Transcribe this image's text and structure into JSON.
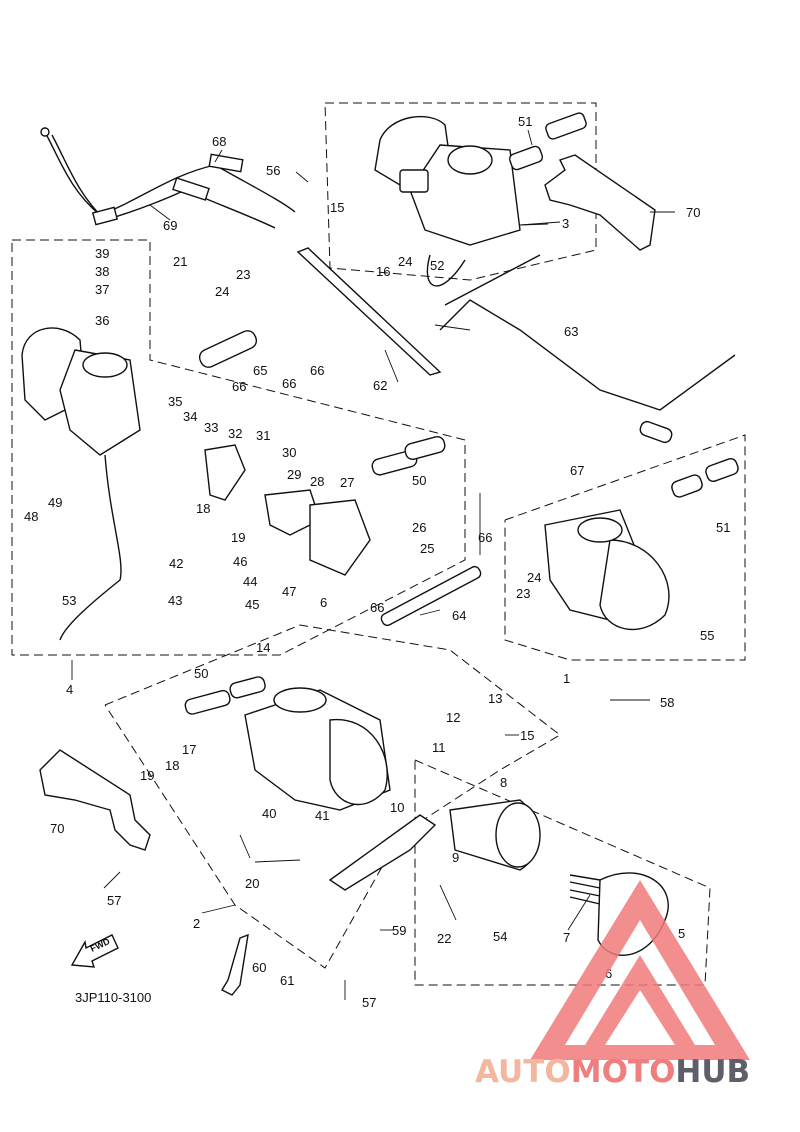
{
  "diagram": {
    "code": "3JP110-3100",
    "fwd_label": "FWD",
    "labels": [
      {
        "id": "68",
        "text": "68"
      },
      {
        "id": "69",
        "text": "69"
      },
      {
        "id": "56",
        "text": "56"
      },
      {
        "id": "51a",
        "text": "51"
      },
      {
        "id": "15a",
        "text": "15"
      },
      {
        "id": "3",
        "text": "3"
      },
      {
        "id": "70a",
        "text": "70"
      },
      {
        "id": "16",
        "text": "16"
      },
      {
        "id": "24a",
        "text": "24"
      },
      {
        "id": "52",
        "text": "52"
      },
      {
        "id": "39",
        "text": "39"
      },
      {
        "id": "38",
        "text": "38"
      },
      {
        "id": "37",
        "text": "37"
      },
      {
        "id": "36",
        "text": "36"
      },
      {
        "id": "21",
        "text": "21"
      },
      {
        "id": "23a",
        "text": "23"
      },
      {
        "id": "24b",
        "text": "24"
      },
      {
        "id": "66a",
        "text": "66"
      },
      {
        "id": "65",
        "text": "65"
      },
      {
        "id": "66b",
        "text": "66"
      },
      {
        "id": "66c",
        "text": "66"
      },
      {
        "id": "62",
        "text": "62"
      },
      {
        "id": "63",
        "text": "63"
      },
      {
        "id": "35",
        "text": "35"
      },
      {
        "id": "34",
        "text": "34"
      },
      {
        "id": "33",
        "text": "33"
      },
      {
        "id": "32",
        "text": "32"
      },
      {
        "id": "31",
        "text": "31"
      },
      {
        "id": "30",
        "text": "30"
      },
      {
        "id": "29",
        "text": "29"
      },
      {
        "id": "28",
        "text": "28"
      },
      {
        "id": "27",
        "text": "27"
      },
      {
        "id": "50a",
        "text": "50"
      },
      {
        "id": "67",
        "text": "67"
      },
      {
        "id": "51b",
        "text": "51"
      },
      {
        "id": "48",
        "text": "48"
      },
      {
        "id": "49",
        "text": "49"
      },
      {
        "id": "18a",
        "text": "18"
      },
      {
        "id": "19a",
        "text": "19"
      },
      {
        "id": "26",
        "text": "26"
      },
      {
        "id": "25",
        "text": "25"
      },
      {
        "id": "42",
        "text": "42"
      },
      {
        "id": "46",
        "text": "46"
      },
      {
        "id": "44",
        "text": "44"
      },
      {
        "id": "47",
        "text": "47"
      },
      {
        "id": "6a",
        "text": "6"
      },
      {
        "id": "66d",
        "text": "66"
      },
      {
        "id": "24c",
        "text": "24"
      },
      {
        "id": "23b",
        "text": "23"
      },
      {
        "id": "53",
        "text": "53"
      },
      {
        "id": "43",
        "text": "43"
      },
      {
        "id": "45",
        "text": "45"
      },
      {
        "id": "64",
        "text": "64"
      },
      {
        "id": "66e",
        "text": "66"
      },
      {
        "id": "55",
        "text": "55"
      },
      {
        "id": "4",
        "text": "4"
      },
      {
        "id": "14",
        "text": "14"
      },
      {
        "id": "50b",
        "text": "50"
      },
      {
        "id": "1",
        "text": "1"
      },
      {
        "id": "13",
        "text": "13"
      },
      {
        "id": "58",
        "text": "58"
      },
      {
        "id": "12",
        "text": "12"
      },
      {
        "id": "15b",
        "text": "15"
      },
      {
        "id": "17",
        "text": "17"
      },
      {
        "id": "11",
        "text": "11"
      },
      {
        "id": "8",
        "text": "8"
      },
      {
        "id": "19b",
        "text": "19"
      },
      {
        "id": "18b",
        "text": "18"
      },
      {
        "id": "70b",
        "text": "70"
      },
      {
        "id": "40",
        "text": "40"
      },
      {
        "id": "41",
        "text": "41"
      },
      {
        "id": "10",
        "text": "10"
      },
      {
        "id": "9",
        "text": "9"
      },
      {
        "id": "20",
        "text": "20"
      },
      {
        "id": "57a",
        "text": "57"
      },
      {
        "id": "2",
        "text": "2"
      },
      {
        "id": "59",
        "text": "59"
      },
      {
        "id": "22",
        "text": "22"
      },
      {
        "id": "54",
        "text": "54"
      },
      {
        "id": "7",
        "text": "7"
      },
      {
        "id": "5",
        "text": "5"
      },
      {
        "id": "60",
        "text": "60"
      },
      {
        "id": "61",
        "text": "61"
      },
      {
        "id": "6b",
        "text": "6"
      },
      {
        "id": "57b",
        "text": "57"
      }
    ]
  },
  "watermark": {
    "part1": "AUTO",
    "part2": "MOTO",
    "part3": "HUB",
    "colors": {
      "auto": "#f3b79f",
      "moto": "#ef7f7f",
      "hub": "#5f5f6a",
      "triangle": "#f07a7a"
    }
  }
}
